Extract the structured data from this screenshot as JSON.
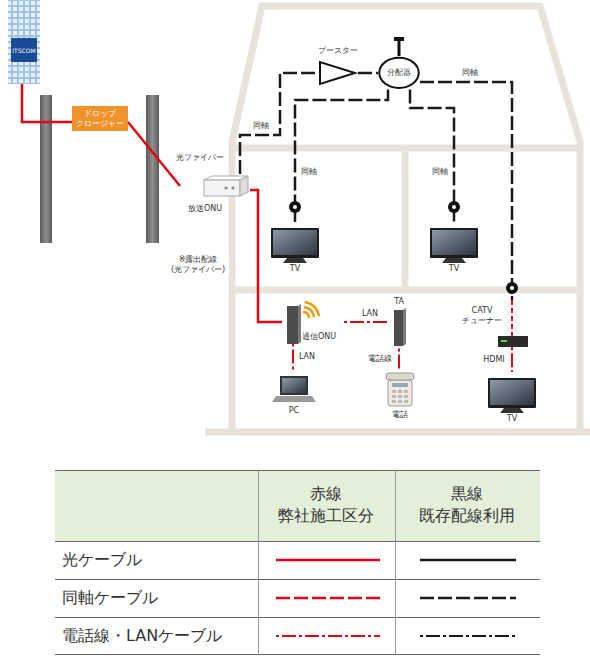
{
  "diagram": {
    "nodes": [
      {
        "text": [
          "ITSCOM"
        ]
      },
      {
        "text": [
          "ドロップ クロージャー"
        ]
      },
      {
        "text": [
          "放送ONU"
        ]
      },
      {
        "text": [
          "ブースター"
        ]
      },
      {
        "text": [
          "分配器"
        ]
      },
      {
        "text": [
          "TV"
        ]
      },
      {
        "text": [
          "TV"
        ]
      },
      {
        "text": [
          "通信ONU"
        ]
      },
      {
        "text": [
          "TA"
        ]
      },
      {
        "text": [
          "CATV チューナー"
        ]
      },
      {
        "text": [
          "PC"
        ]
      },
      {
        "text": [
          "電話"
        ]
      },
      {
        "text": [
          "TV"
        ]
      }
    ],
    "edges": [
      {
        "from": 0,
        "to": 1,
        "arrow": "none"
      },
      {
        "from": 1,
        "to": 2,
        "label": "光ファイバー",
        "arrow": "none"
      },
      {
        "from": 2,
        "to": 3,
        "label": "同軸",
        "arrow": "none"
      },
      {
        "from": 3,
        "to": 4,
        "arrow": "none"
      },
      {
        "from": 4,
        "to": 5,
        "label": "同軸",
        "arrow": "none"
      },
      {
        "from": 4,
        "to": 6,
        "label": "同軸",
        "arrow": "none"
      },
      {
        "from": 4,
        "to": 9,
        "label": "同軸",
        "arrow": "none"
      },
      {
        "from": 2,
        "to": 7,
        "label": "※露出配線 (光ファイバー)",
        "arrow": "none"
      },
      {
        "from": 7,
        "to": 8,
        "label": "LAN",
        "arrow": "none"
      },
      {
        "from": 7,
        "to": 10,
        "label": "LAN",
        "arrow": "none"
      },
      {
        "from": 8,
        "to": 11,
        "label": "電話線",
        "arrow": "none"
      },
      {
        "from": 9,
        "to": 12,
        "label": "HDMI",
        "arrow": "none"
      }
    ],
    "labels": [
      "赤線 弊社施工区分",
      "黒線 既存配線利用"
    ],
    "legend": [
      {
        "text": "光ケーブル"
      },
      {
        "text": "同軸ケーブル"
      },
      {
        "text": "電話線・LANケーブル"
      }
    ]
  }
}
